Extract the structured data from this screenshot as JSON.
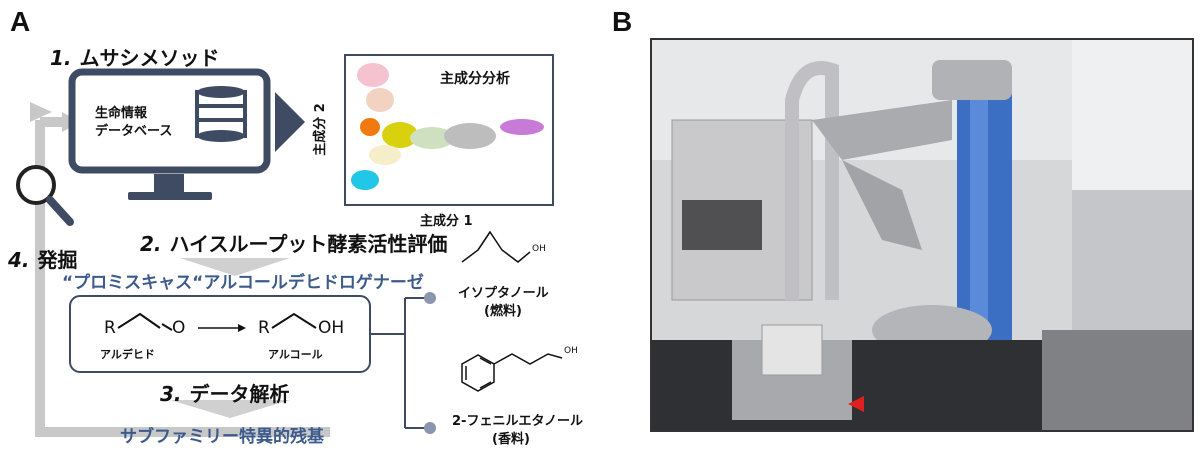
{
  "panelA": {
    "label": "A",
    "step1": {
      "num": "1.",
      "text": "ムサシメソッド"
    },
    "database": {
      "line1": "生命情報",
      "line2": "データベース"
    },
    "pca": {
      "title": "主成分分析",
      "xlabel": "主成分 1",
      "ylabel": "主成分 2"
    },
    "step2": {
      "num": "2.",
      "text": "ハイスループット酵素活性評価"
    },
    "enzyme_name": "“プロミスキャス“アルコールデヒドロゲナーゼ",
    "reaction": {
      "R1": "R",
      "O1": "O",
      "R2": "R",
      "OH": "OH",
      "aldehyde": "アルデヒド",
      "alcohol": "アルコール"
    },
    "products": [
      {
        "name": "イソプタノール",
        "use": "(燃料)",
        "oh": "OH"
      },
      {
        "name": "2-フェニルエタノール",
        "use": "(香料)",
        "oh": "OH"
      }
    ],
    "step3": {
      "num": "3.",
      "text": "データ解析"
    },
    "subfamily": "サブファミリー特異的残基",
    "step4": {
      "num": "4.",
      "text": "発掘"
    }
  },
  "panelB": {
    "label": "B",
    "marker_color": "#e02020"
  },
  "colors": {
    "monitor": "#3f4a63",
    "arrow_gray": "#c8c8c8",
    "accent_blue": "#3c5a8c",
    "cluster_colors": [
      "#f5c2cf",
      "#f2d3c2",
      "#f07a10",
      "#d9d10d",
      "#cfe0c0",
      "#f5eec8",
      "#bdbdbd",
      "#c77ad6",
      "#22c6e6"
    ]
  }
}
